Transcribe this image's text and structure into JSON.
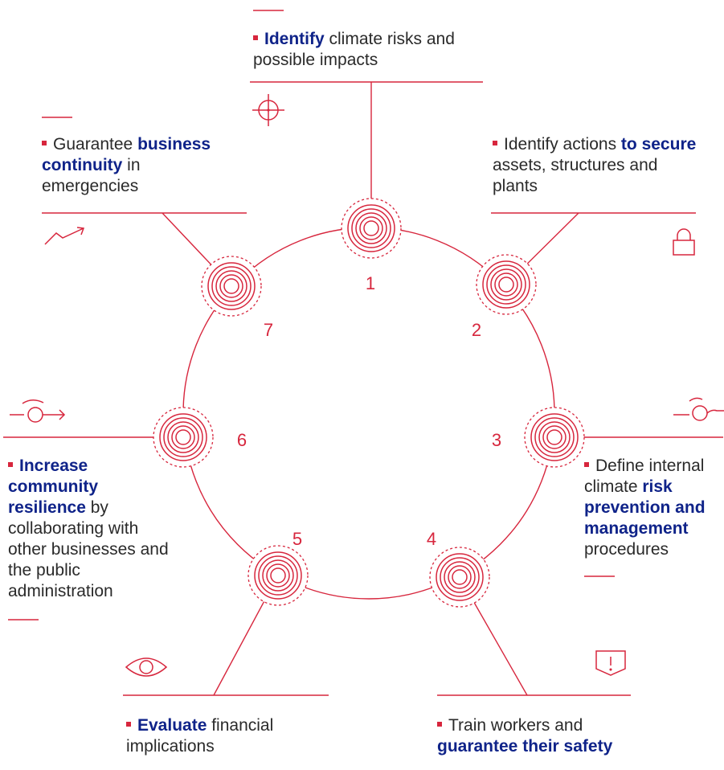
{
  "colors": {
    "accent": "#d7263d",
    "highlight": "#0f2389",
    "text": "#2a2a2a"
  },
  "steps": [
    {
      "number": "1",
      "icon": "crosshair-icon",
      "segments": [
        {
          "text": "Identify",
          "bold": true
        },
        {
          "text": " climate risks and possible impacts",
          "bold": false
        }
      ]
    },
    {
      "number": "2",
      "icon": "padlock-icon",
      "segments": [
        {
          "text": "Identify actions ",
          "bold": false
        },
        {
          "text": "to secure",
          "bold": true
        },
        {
          "text": " assets, structures and plants",
          "bold": false
        }
      ]
    },
    {
      "number": "3",
      "icon": "valve-icon",
      "segments": [
        {
          "text": "Define internal climate ",
          "bold": false
        },
        {
          "text": "risk prevention and management",
          "bold": true
        },
        {
          "text": " procedures",
          "bold": false
        }
      ]
    },
    {
      "number": "4",
      "icon": "warning-shield-icon",
      "segments": [
        {
          "text": "Train workers and ",
          "bold": false
        },
        {
          "text": "guarantee their safety",
          "bold": true
        }
      ]
    },
    {
      "number": "5",
      "icon": "eye-icon",
      "segments": [
        {
          "text": "Evaluate",
          "bold": true
        },
        {
          "text": " financial implications",
          "bold": false
        }
      ]
    },
    {
      "number": "6",
      "icon": "flow-arrow-icon",
      "segments": [
        {
          "text": "Increase community resilience",
          "bold": true
        },
        {
          "text": " by collaborating with other businesses and the public administration",
          "bold": false
        }
      ]
    },
    {
      "number": "7",
      "icon": "trend-up-icon",
      "segments": [
        {
          "text": "Guarantee ",
          "bold": false
        },
        {
          "text": "business continuity",
          "bold": true
        },
        {
          "text": " in emergencies",
          "bold": false
        }
      ]
    }
  ]
}
